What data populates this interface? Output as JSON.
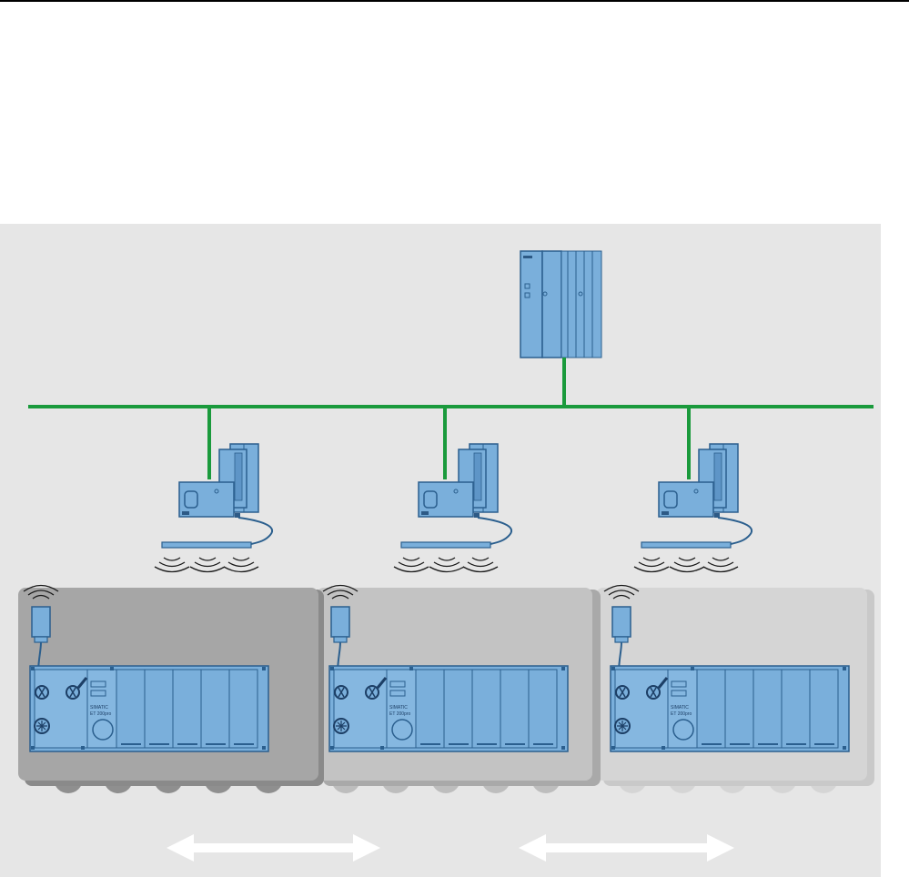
{
  "colors": {
    "background": "#e6e6e6",
    "bus": "#1a9a3c",
    "device_fill": "#7aafdb",
    "device_stroke": "#2b5f8e",
    "device_dark": "#2d5a86",
    "carrier_dark": "#a6a6a6",
    "carrier_mid": "#c3c3c3",
    "carrier_light": "#d5d5d5",
    "arrow": "#ffffff"
  },
  "icons": {
    "controller": "plc-rack-icon",
    "access_point": "wireless-access-point-icon",
    "antenna": "antenna-icon",
    "station": "et200-station-icon",
    "movement": "double-arrow-icon"
  },
  "carriers": [
    {
      "shade": "carrier_dark"
    },
    {
      "shade": "carrier_mid"
    },
    {
      "shade": "carrier_light"
    }
  ],
  "station_label": {
    "line1": "SIMATIC",
    "line2": "ET 200pro"
  }
}
